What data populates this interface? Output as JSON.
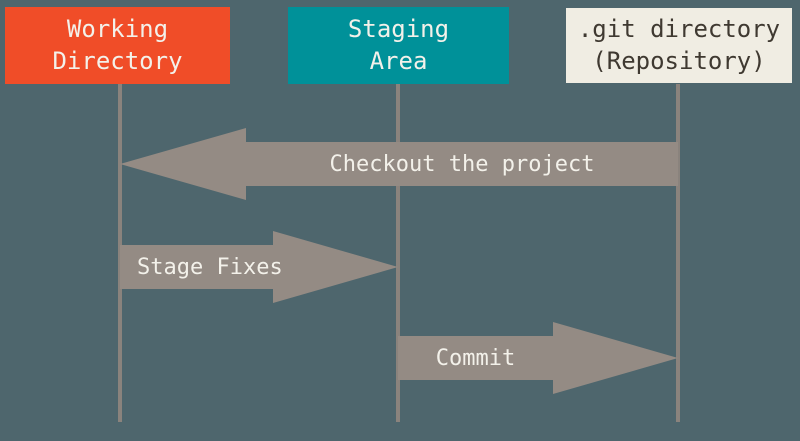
{
  "colors": {
    "background": "#4E666D",
    "working_box": "#F04D28",
    "staging_box": "#009199",
    "git_box": "#F0EDE3",
    "git_box_text": "#3F3931",
    "arrow": "#948B84",
    "line": "#8A837D",
    "light_text": "#F3F1EA"
  },
  "boxes": [
    {
      "id": "working-directory",
      "line1": "Working",
      "line2": "Directory"
    },
    {
      "id": "staging-area",
      "line1": "Staging",
      "line2": "Area"
    },
    {
      "id": "git-directory",
      "line1": ".git directory",
      "line2": "(Repository)"
    }
  ],
  "arrows": [
    {
      "id": "checkout",
      "label": "Checkout the project",
      "direction": "left",
      "from": "git-directory",
      "to": "working-directory"
    },
    {
      "id": "stage-fixes",
      "label": "Stage Fixes",
      "direction": "right",
      "from": "working-directory",
      "to": "staging-area"
    },
    {
      "id": "commit",
      "label": "Commit",
      "direction": "right",
      "from": "staging-area",
      "to": "git-directory"
    }
  ]
}
